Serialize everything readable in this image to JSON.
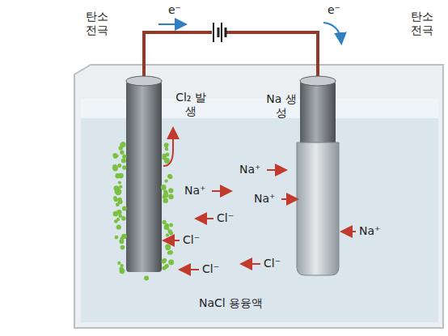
{
  "diagram": {
    "labels": [
      "탄소 전극",
      "e⁻",
      "e⁻",
      "탄소 전극",
      "Cl₂ 발생",
      "Na 생성",
      "Na⁺",
      "Na⁺",
      "Na⁺",
      "Cl⁻",
      "Cl⁻",
      "Na⁺",
      "Cl⁻",
      "Cl⁻",
      "NaCl 용융액"
    ]
  }
}
